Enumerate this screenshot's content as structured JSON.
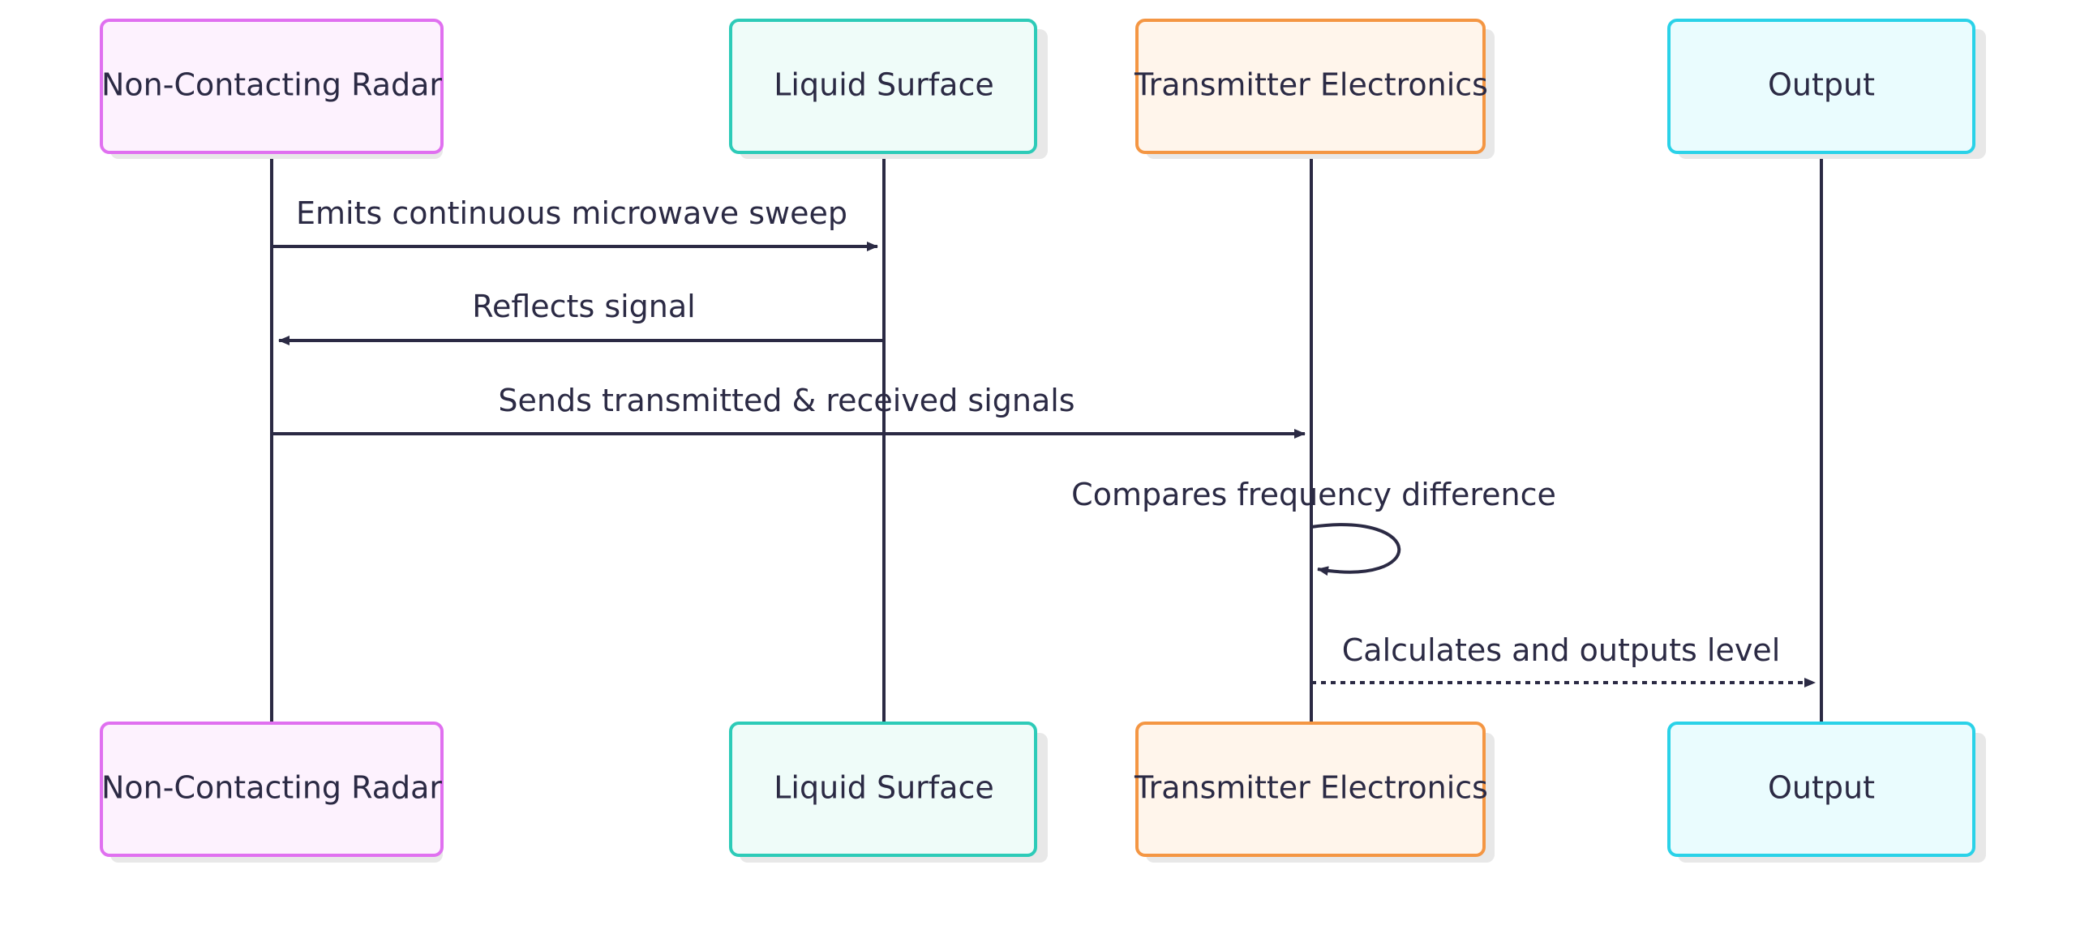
{
  "participants": [
    {
      "id": "radar",
      "label": "Non-Contacting Radar",
      "border": "#e070f0",
      "fill": "#fdf2fe"
    },
    {
      "id": "liquid",
      "label": "Liquid Surface",
      "border": "#2dcbb8",
      "fill": "#effcf9"
    },
    {
      "id": "electronics",
      "label": "Transmitter Electronics",
      "border": "#f49643",
      "fill": "#fff5eb"
    },
    {
      "id": "output",
      "label": "Output",
      "border": "#2ad2e8",
      "fill": "#eafcfe"
    }
  ],
  "messages": [
    {
      "from": "radar",
      "to": "liquid",
      "text": "Emits continuous microwave sweep",
      "style": "solid"
    },
    {
      "from": "liquid",
      "to": "radar",
      "text": "Reflects signal",
      "style": "solid"
    },
    {
      "from": "radar",
      "to": "electronics",
      "text": "Sends transmitted & received signals",
      "style": "solid"
    },
    {
      "from": "electronics",
      "to": "electronics",
      "text": "Compares frequency difference",
      "style": "solid"
    },
    {
      "from": "electronics",
      "to": "output",
      "text": "Calculates and outputs level",
      "style": "dotted"
    }
  ],
  "colors": {
    "line": "#2b2a44",
    "shadow": "#e8e8e8",
    "text": "#2b2a44"
  }
}
